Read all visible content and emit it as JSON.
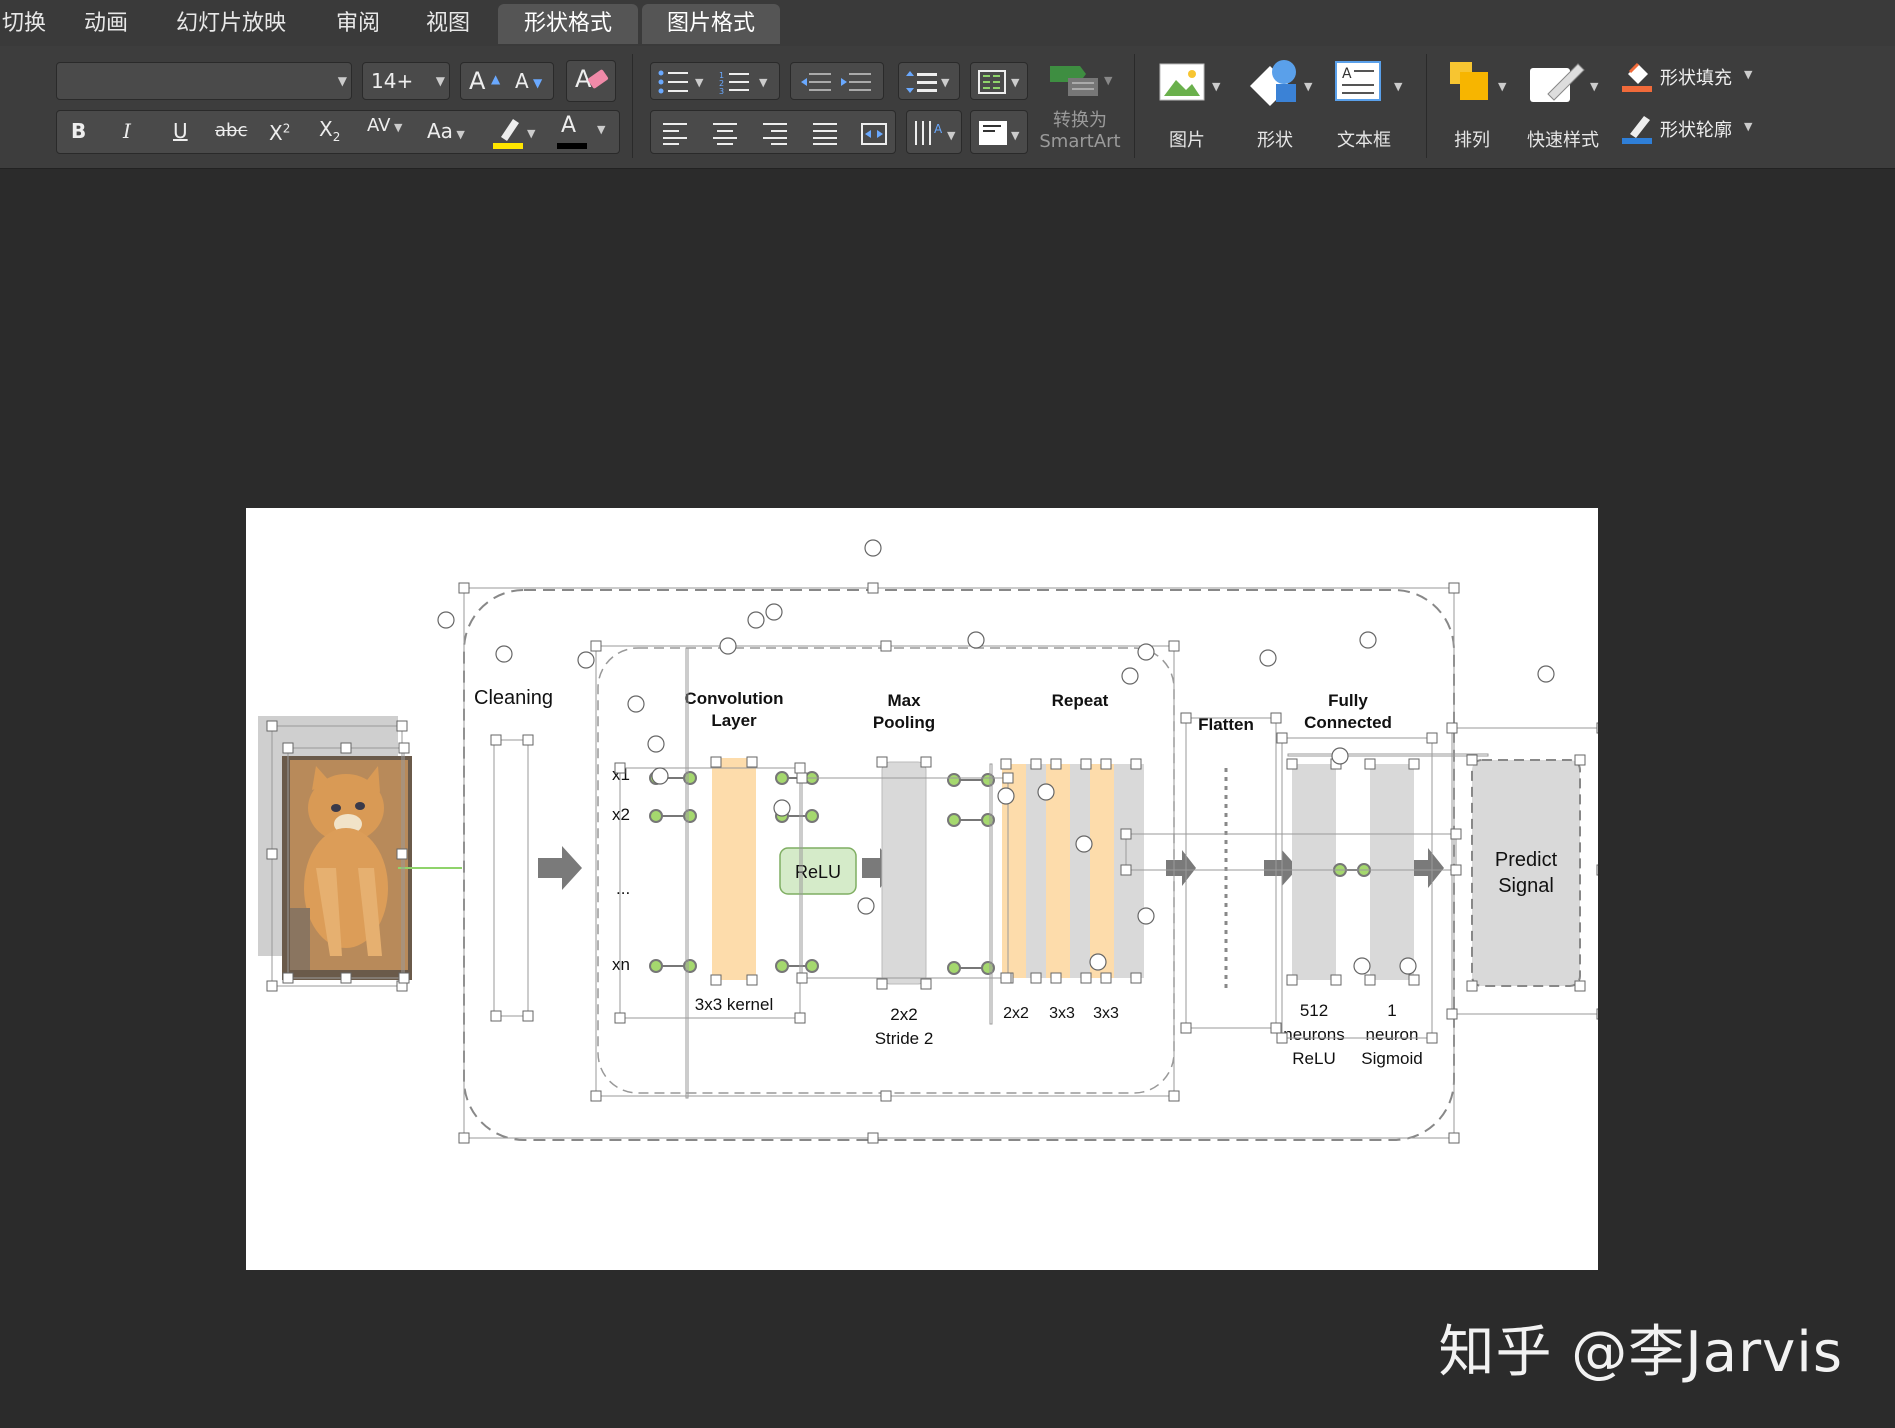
{
  "tabs": [
    {
      "label": "切换",
      "active": false
    },
    {
      "label": "动画",
      "active": false
    },
    {
      "label": "幻灯片放映",
      "active": false
    },
    {
      "label": "审阅",
      "active": false
    },
    {
      "label": "视图",
      "active": false
    },
    {
      "label": "形状格式",
      "active": true
    },
    {
      "label": "图片格式",
      "active": true
    }
  ],
  "ribbon": {
    "font_name_value": "",
    "font_size_value": "14+",
    "grow_font": "A",
    "shrink_font": "A",
    "bold": "B",
    "italic": "I",
    "underline": "U",
    "strike": "abc",
    "superscript": "X",
    "subscript": "X",
    "char_spacing": "AV",
    "change_case": "Aa",
    "font_color": "A",
    "convert_smartart": "转换为\nSmartArt",
    "picture": "图片",
    "shape": "形状",
    "textbox": "文本框",
    "arrange": "排列",
    "quick_styles": "快速样式",
    "shape_fill": "形状填充",
    "shape_outline": "形状轮廓",
    "colors": {
      "highlight": "#ffe600",
      "font_color": "#000000",
      "accent_blue": "#2f7fd8",
      "accent_yellow": "#f7c531"
    }
  },
  "diagram": {
    "labels": {
      "cleaning": "Cleaning",
      "conv_title": "Convolution",
      "conv_title2": "Layer",
      "maxpool": "Max",
      "maxpool2": "Pooling",
      "repeat": "Repeat",
      "flatten": "Flatten",
      "fully": "Fully",
      "connected": "Connected",
      "x1": "x1",
      "x2": "x2",
      "dots": "...",
      "xn": "xn",
      "relu": "ReLU",
      "kernel": "3x3 kernel",
      "pool_size": "2x2",
      "stride": "Stride 2",
      "rep_a": "2x2",
      "rep_b": "3x3",
      "rep_c": "3x3",
      "fc1_num": "512",
      "fc1_unit": "neurons",
      "fc1_act": "ReLU",
      "fc2_num": "1",
      "fc2_unit": "neuron",
      "fc2_act": "Sigmoid",
      "predict1": "Predict",
      "predict2": "Signal"
    },
    "colors": {
      "orange": "#fddcab",
      "gray": "#d9d9d9",
      "relu_green": "#d5ebc9",
      "dot_green": "#a5d86e",
      "arrow": "#7a7a7a"
    },
    "icons": [
      "kitten-photo",
      "rotate-handle-icon",
      "resize-handle-icon"
    ]
  },
  "watermark": "知乎 @李Jarvis"
}
